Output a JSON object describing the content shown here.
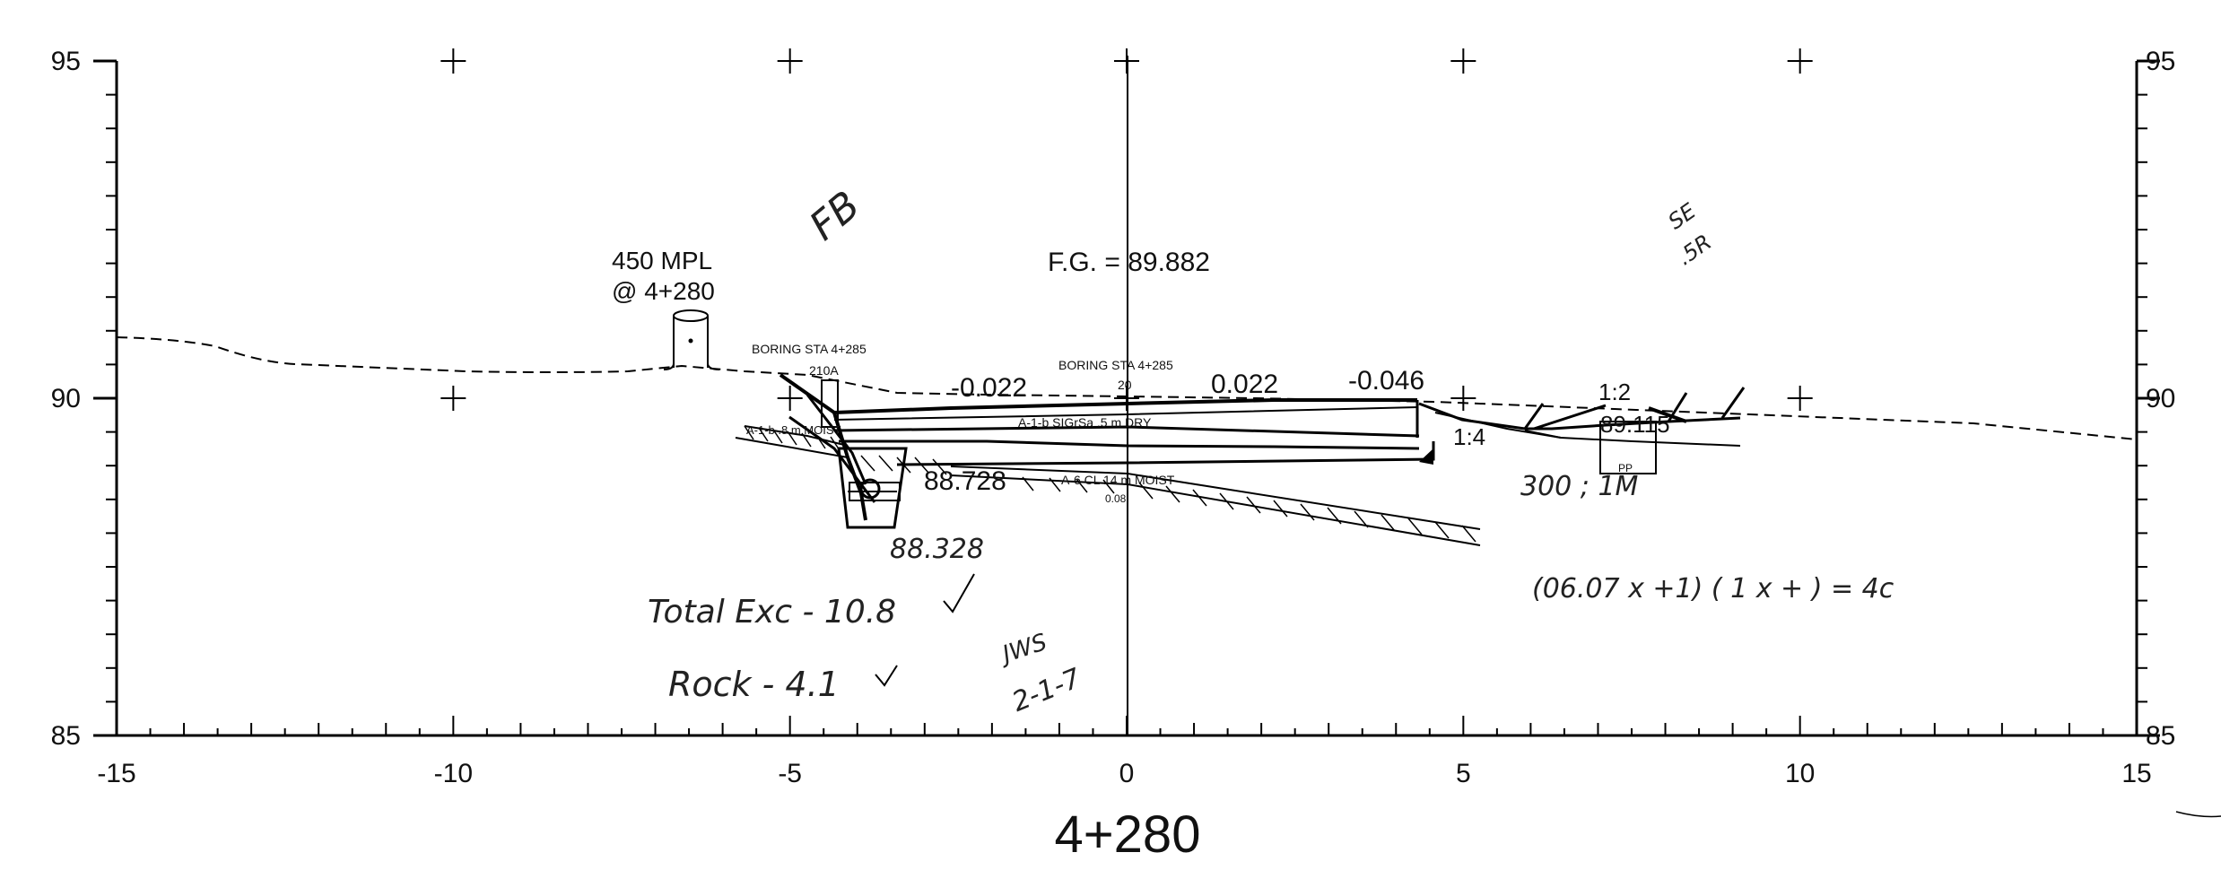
{
  "section": {
    "station_title": "4+280",
    "y_axis": {
      "min": 85,
      "max": 95,
      "major_ticks": [
        95,
        90,
        85
      ],
      "tick_labels": [
        "95",
        "90",
        "85"
      ]
    },
    "x_axis": {
      "min": -15,
      "max": 15,
      "major_ticks": [
        -15,
        -10,
        -5,
        0,
        5,
        10,
        15
      ],
      "tick_labels": [
        "-15",
        "-10",
        "-5",
        "0",
        "5",
        "10",
        "15"
      ]
    },
    "grid_crosses": true
  },
  "annotations": {
    "pole_label_line1": "450 MPL",
    "pole_label_line2": "@ 4+280",
    "finish_grade": "F.G. = 89.882",
    "boring_left_title": "BORING STA 4+285",
    "boring_left_id": "210A",
    "boring_left_layer": "A-1-b .8 m MOIST",
    "boring_center_title": "BORING STA 4+285",
    "boring_center_id": "20",
    "boring_center_layer1": "A-1-b SIGrSa .5 m DRY",
    "boring_center_layer2": "A-6 CL 14 m MOIST",
    "boring_center_bottom": "0.08",
    "slope_left": "-0.022",
    "slope_center": "0.022",
    "slope_right": "-0.046",
    "slope_ratio_1": "1:2",
    "slope_ratio_2": "1:4",
    "elev_ditch": "89.115",
    "elev_trench": "88.328",
    "elev_trench_top": "88.728",
    "culvert_label": "300 ; 1M",
    "culvert_pp": "PP"
  },
  "handwriting": {
    "fb": "FB",
    "se_line1": "SE",
    "se_line2": ".5R",
    "total_exc": "Total Exc - 10.8",
    "rock": "Rock - 4.1",
    "initials": "JWS",
    "date": "2-1-7",
    "formula": "(06.07 x +1) ( 1 x + ) = 4c"
  }
}
